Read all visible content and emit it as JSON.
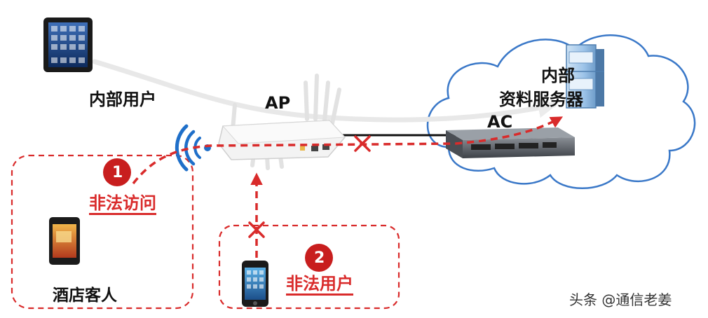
{
  "labels": {
    "internal_user": "内部用户",
    "ap": "AP",
    "ac": "AC",
    "server_line1": "内部",
    "server_line2": "资料服务器",
    "hotel_guest": "酒店客人",
    "illegal_access": "非法访问",
    "illegal_user": "非法用户",
    "step1": "1",
    "step2": "2",
    "watermark": "头条 @通信老姜"
  },
  "colors": {
    "accent_red": "#d92b2b",
    "cloud_stroke": "#3a78c8",
    "wifi_blue": "#1f6fc9",
    "text": "#111111"
  },
  "icons": [
    "tablet-icon",
    "access-point-icon",
    "controller-switch-icon",
    "server-icon",
    "smartphone-icon",
    "feature-phone-icon",
    "wifi-signal-icon",
    "blocked-x-icon"
  ]
}
